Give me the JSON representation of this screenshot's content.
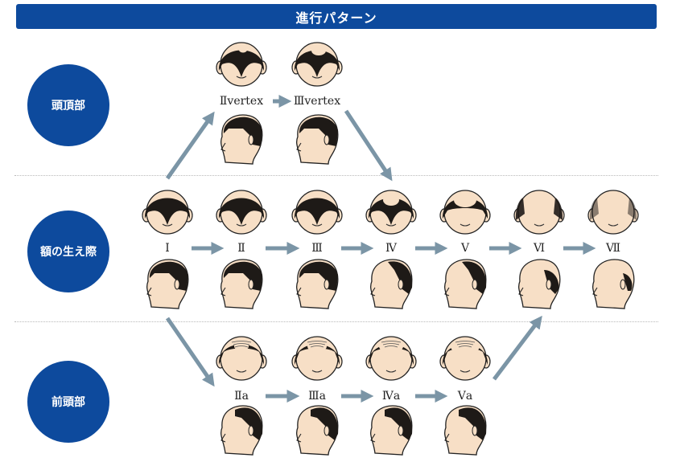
{
  "header": {
    "title": "進行パターン"
  },
  "categories": [
    {
      "label": "頭頂部"
    },
    {
      "label": "額の生え際"
    },
    {
      "label": "前頭部"
    }
  ],
  "stages": {
    "vertex": [
      "Ⅱvertex",
      "Ⅲvertex"
    ],
    "main": [
      "Ⅰ",
      "Ⅱ",
      "Ⅲ",
      "Ⅳ",
      "Ⅴ",
      "Ⅵ",
      "Ⅶ"
    ],
    "anterior": [
      "Ⅱa",
      "Ⅲa",
      "Ⅳa",
      "Ⅴa"
    ]
  },
  "colors": {
    "brand": "#0d4a9d",
    "hair": "#1e1a17",
    "skin": "#f7dfc6",
    "arrow": "#7b95a6"
  }
}
